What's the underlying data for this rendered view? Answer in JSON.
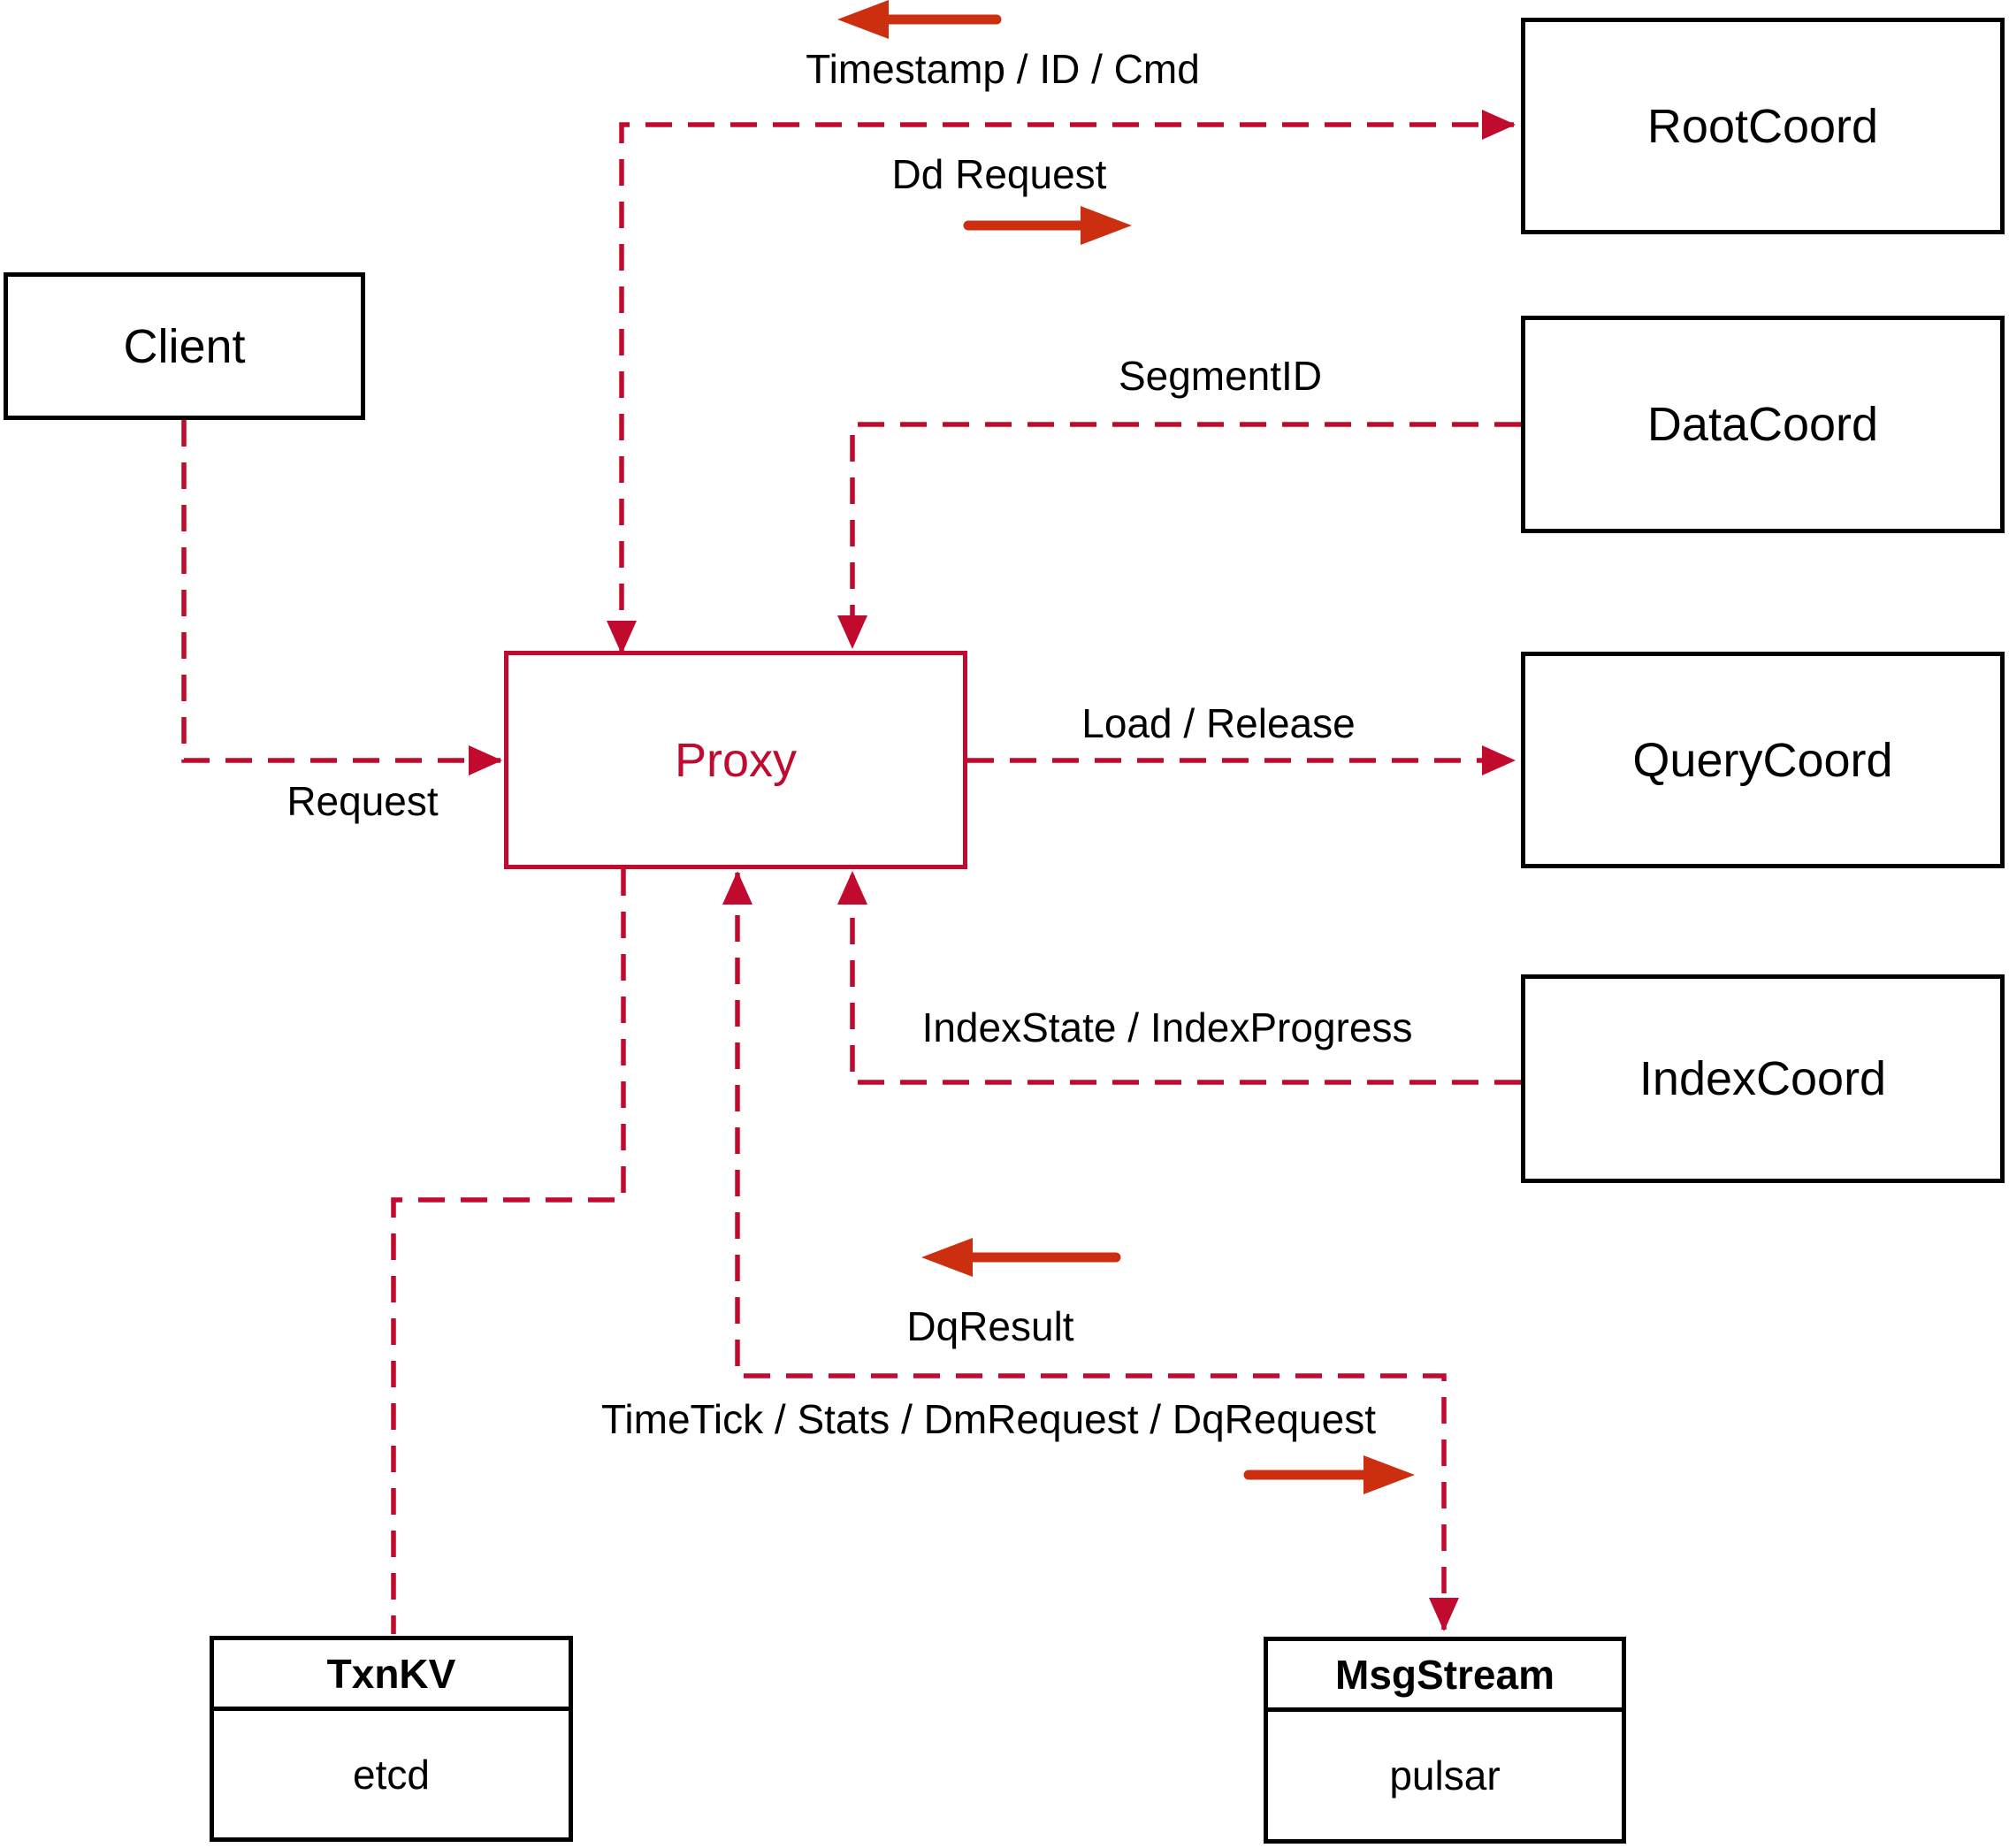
{
  "diagram": {
    "nodes": {
      "client": {
        "label": "Client"
      },
      "proxy": {
        "label": "Proxy"
      },
      "root_coord": {
        "label": "RootCoord"
      },
      "data_coord": {
        "label": "DataCoord"
      },
      "query_coord": {
        "label": "QueryCoord"
      },
      "index_coord": {
        "label": "IndexCoord"
      },
      "txn_kv": {
        "title": "TxnKV",
        "impl": "etcd"
      },
      "msg_stream": {
        "title": "MsgStream",
        "impl": "pulsar"
      }
    },
    "edge_labels": {
      "timestamp_id_cmd": "Timestamp / ID / Cmd",
      "dd_request": "Dd Request",
      "segment_id": "SegmentID",
      "request": "Request",
      "load_release": "Load / Release",
      "index_state": "IndexState / IndexProgress",
      "dq_result": "DqResult",
      "time_tick": "TimeTick / Stats / DmRequest / DqRequest"
    },
    "colors": {
      "dashed_line": "#c00a2e",
      "solid_arrow": "#cc2e10",
      "box_border": "#000000",
      "text": "#000000",
      "proxy_accent": "#c00a2e",
      "background": "#ffffff"
    }
  }
}
